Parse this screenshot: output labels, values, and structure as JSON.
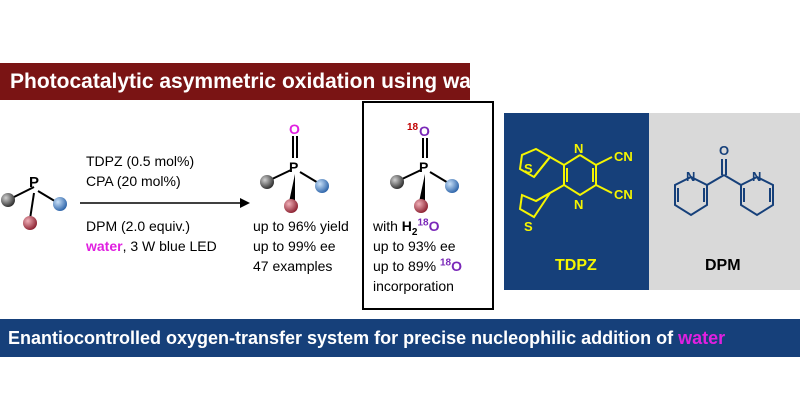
{
  "header": {
    "title": "Photocatalytic asymmetric oxidation using water"
  },
  "conditions": {
    "line1": "TDPZ (0.5 mol%)",
    "line2": "CPA (20 mol%)",
    "line3": "DPM (2.0 equiv.)",
    "water_word": "water",
    "line4_rest": ", 3 W blue LED"
  },
  "product": {
    "atom_O": "O",
    "atom_P": "P",
    "yield": "up to 96% yield",
    "ee": "up to 99% ee",
    "examples": "47 examples"
  },
  "labeling": {
    "iso_mass": "18",
    "atom_O": "O",
    "atom_P": "P",
    "with_prefix": "with ",
    "h2o_H": "H",
    "h2o_sub": "2",
    "h2o_sup": "18",
    "h2o_O": "O",
    "ee": "up to 93% ee",
    "inc_prefix": "up to 89% ",
    "inc_sup": "18",
    "inc_O": "O",
    "inc_word": "incorporation"
  },
  "tdpz": {
    "label": "TDPZ",
    "S_top": "S",
    "S_bottom": "S",
    "N_top": "N",
    "N_bottom": "N",
    "CN_top": "CN",
    "CN_bottom": "CN"
  },
  "dpm": {
    "label": "DPM",
    "O": "O",
    "N_left": "N",
    "N_right": "N"
  },
  "reactant": {
    "atom_P": "P"
  },
  "footer": {
    "text": "Enantiocontrolled oxygen-transfer system for precise nucleophilic addition of ",
    "highlight": "water"
  },
  "colors": {
    "maroon": "#7a1414",
    "navy": "#16407a",
    "magenta": "#e020e0",
    "purple": "#7a28b8",
    "yellow": "#f5f500",
    "gray_panel": "#d9d9d9",
    "ball_gray": "#3c3c3c",
    "ball_red": "#b83a4a",
    "ball_blue": "#4a86c8"
  }
}
